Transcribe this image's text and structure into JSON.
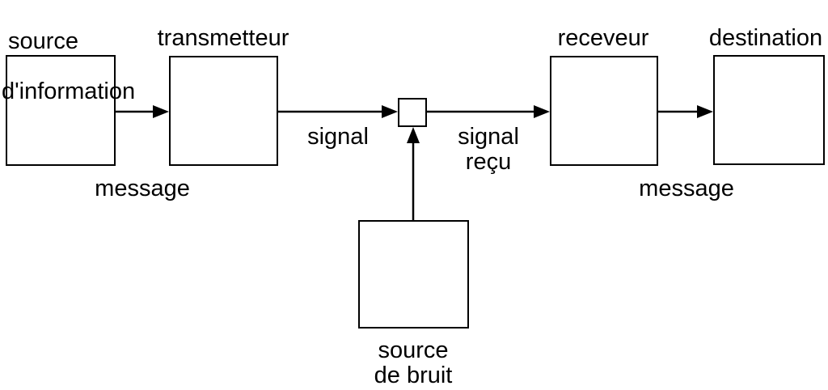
{
  "diagram": {
    "type": "block-diagram",
    "subject": "communication-channel-model",
    "nodes": {
      "source_information": {
        "label_line1": "source",
        "label_line2": "d'information"
      },
      "transmitter": {
        "label": "transmetteur"
      },
      "noise_junction": {
        "label": ""
      },
      "receiver": {
        "label": "receveur"
      },
      "destination": {
        "label": "destination"
      },
      "noise_source": {
        "label": "source\nde bruit"
      }
    },
    "edge_labels": {
      "message_left": "message",
      "signal": "signal",
      "signal_received": "signal\nreçu",
      "message_right": "message"
    },
    "colors": {
      "stroke": "#000000",
      "background": "#ffffff",
      "text": "#000000"
    }
  }
}
